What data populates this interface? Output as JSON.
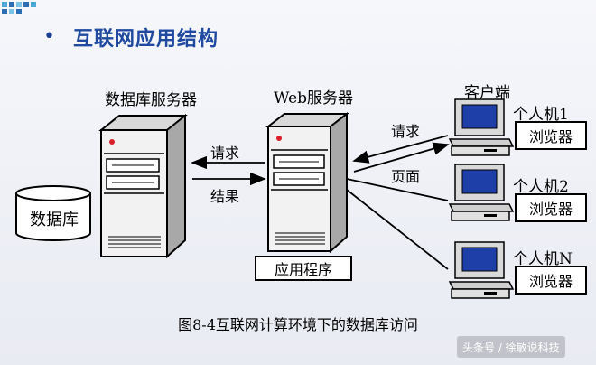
{
  "slide": {
    "bullet": "•",
    "title": "互联网应用结构"
  },
  "diagram": {
    "db_server_label": "数据库服务器",
    "web_server_label": "Web服务器",
    "client_label": "客户端",
    "database_label": "数据库",
    "request_label_left": "请求",
    "result_label": "结果",
    "request_label_right": "请求",
    "page_label": "页面",
    "app_label": "应用程序",
    "pcs": [
      {
        "name": "个人机1",
        "browser": "浏览器"
      },
      {
        "name": "个人机2",
        "browser": "浏览器"
      },
      {
        "name": "个人机N",
        "browser": "浏览器"
      }
    ]
  },
  "caption": "图8-4互联网计算环境下的数据库访问",
  "watermark": "头条号 / 徐敏说科技",
  "colors": {
    "title": "#1f4aa0",
    "server_body": "#f2f2f2",
    "screen": "#1f3fa8",
    "power_led": "#d8202a"
  }
}
